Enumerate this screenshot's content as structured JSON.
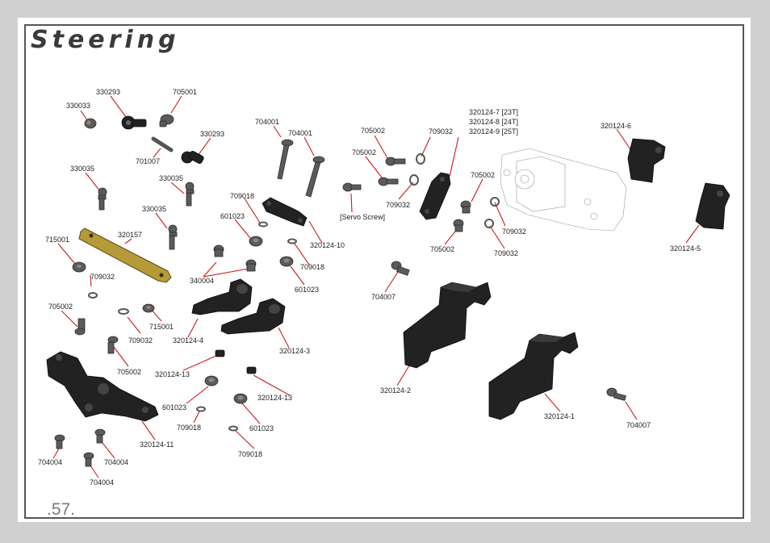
{
  "page": {
    "title": "Steering",
    "page_number": ".57."
  },
  "colors": {
    "background": "#cfd0cf",
    "frame": "#555555",
    "leader": "#cc1a1a",
    "part_black": "#222222",
    "part_gold": "#b59a3a"
  },
  "labels": {
    "p330293a": "330293",
    "p705001a": "705001",
    "p330033": "330033",
    "p701007": "701007",
    "p330293b": "330293",
    "p330035a": "330035",
    "p330035b": "330035",
    "p330035c": "330035",
    "p320157": "320157",
    "p715001a": "715001",
    "p709032a": "709032",
    "p705002a": "705002",
    "p715001b": "715001",
    "p709032b": "709032",
    "p705002b": "705002",
    "p704001a": "704001",
    "p704001b": "704001",
    "p709018a": "709018",
    "p601023a": "601023",
    "p320124_10": "320124-10",
    "p709018b": "709018",
    "p601023b": "601023",
    "p340004": "340004",
    "p320124_4": "320124-4",
    "p320124_3": "320124-3",
    "p320124_13a": "320124-13",
    "p320124_13b": "320124-13",
    "p601023c": "601023",
    "p709018c": "709018",
    "p601023d": "601023",
    "p709018d": "709018",
    "p320124_11": "320124-11",
    "p704004a": "704004",
    "p704004b": "704004",
    "p704004c": "704004",
    "p705002c": "705002",
    "p709032c": "709032",
    "p705002d": "705002",
    "p709032d": "709032",
    "servo_screw": "[Servo Screw]",
    "horn_23t": "320124-7 [23T]",
    "horn_24t": "320124-8 [24T]",
    "horn_25t": "320124-9 [25T]",
    "p705002e": "705002",
    "p709032e": "709032",
    "p705002f": "705002",
    "p709032f": "709032",
    "p320124_6": "320124-6",
    "p320124_5": "320124-5",
    "p704007a": "704007",
    "p320124_2": "320124-2",
    "p320124_1": "320124-1",
    "p704007b": "704007"
  }
}
